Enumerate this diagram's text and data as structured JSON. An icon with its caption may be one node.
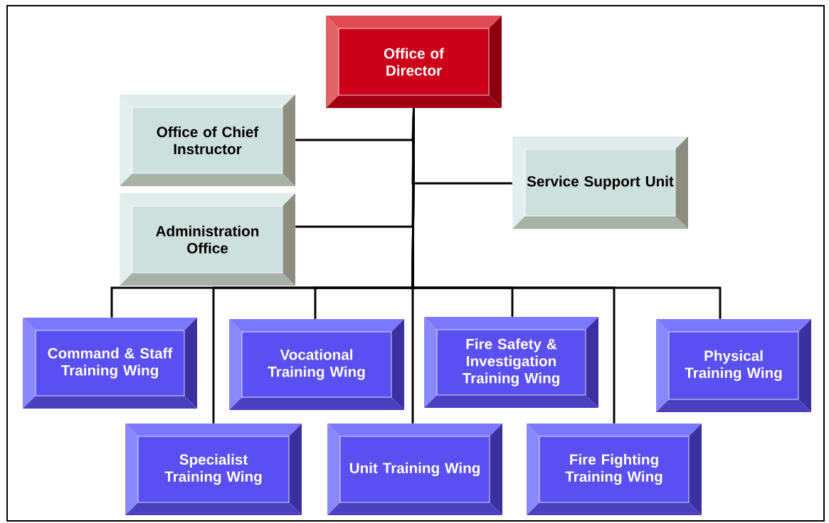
{
  "diagram": {
    "nodes": [
      {
        "text": [
          "Office of Director"
        ]
      },
      {
        "text": [
          "Office of Chief Instructor"
        ]
      },
      {
        "text": [
          "Service Support Unit"
        ]
      },
      {
        "text": [
          "Administration Office"
        ]
      },
      {
        "text": [
          "Command & Staff Training Wing"
        ]
      },
      {
        "text": [
          "Vocational Training Wing"
        ]
      },
      {
        "text": [
          "Fire Safety & Investigation Training Wing"
        ]
      },
      {
        "text": [
          "Physical Training Wing"
        ]
      },
      {
        "text": [
          "Specialist Training Wing"
        ]
      },
      {
        "text": [
          "Unit Training Wing"
        ]
      },
      {
        "text": [
          "Fire Fighting Training Wing"
        ]
      }
    ],
    "edges": [
      {
        "from": 0,
        "to": 1,
        "arrow": "none"
      },
      {
        "from": 0,
        "to": 2,
        "arrow": "none"
      },
      {
        "from": 0,
        "to": 3,
        "arrow": "none"
      },
      {
        "from": 0,
        "to": 4,
        "arrow": "none"
      },
      {
        "from": 0,
        "to": 5,
        "arrow": "none"
      },
      {
        "from": 0,
        "to": 6,
        "arrow": "none"
      },
      {
        "from": 0,
        "to": 7,
        "arrow": "none"
      },
      {
        "from": 0,
        "to": 8,
        "arrow": "none"
      },
      {
        "from": 0,
        "to": 9,
        "arrow": "none"
      },
      {
        "from": 0,
        "to": 10,
        "arrow": "none"
      }
    ]
  }
}
